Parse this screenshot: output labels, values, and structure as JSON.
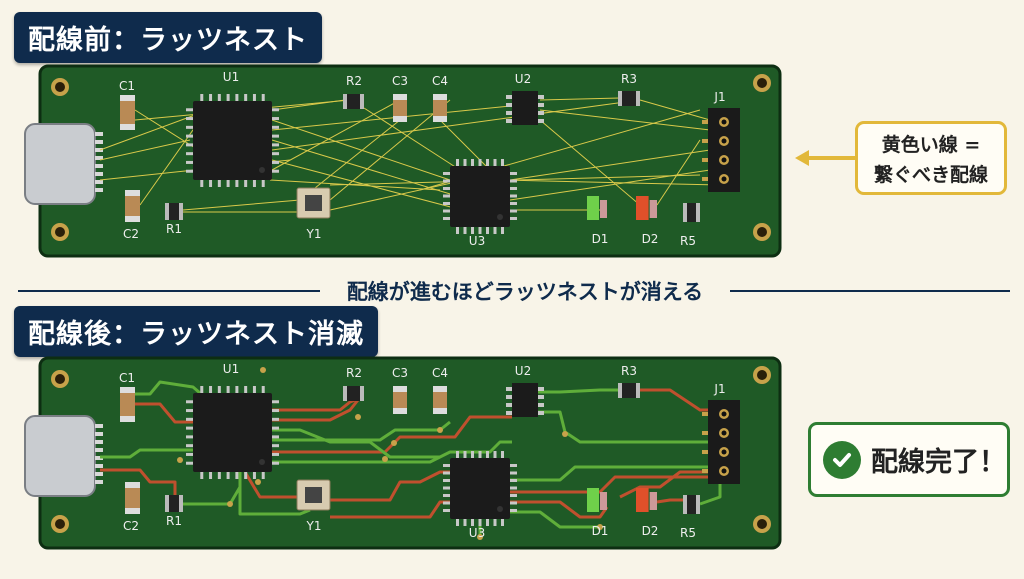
{
  "before": {
    "title": "配線前：ラッツネスト"
  },
  "after": {
    "title": "配線後：ラッツネスト消滅"
  },
  "divider_text": "配線が進むほどラッツネストが消える",
  "callout_before": {
    "line1": "黄色い線 =",
    "line2": "繋ぐべき配線",
    "icon": "arrow-left-icon"
  },
  "callout_after": {
    "text": "配線完了！",
    "icon": "check-circle-icon"
  },
  "components": {
    "C1": "C1",
    "U1": "U1",
    "R2": "R2",
    "C3": "C3",
    "C4": "C4",
    "U2": "U2",
    "R3": "R3",
    "J1": "J1",
    "U3": "U3",
    "C2": "C2",
    "R1": "R1",
    "Y1": "Y1",
    "D1": "D1",
    "D2": "D2",
    "R5": "R5"
  },
  "colors": {
    "board": "#1f5a26",
    "ratsnest": "#d9c94a",
    "trace_red": "#c0502e",
    "trace_green": "#5fae3a",
    "header": "#0f2b4c",
    "callout_yellow": "#e2b83a",
    "callout_green": "#2e7d32"
  }
}
